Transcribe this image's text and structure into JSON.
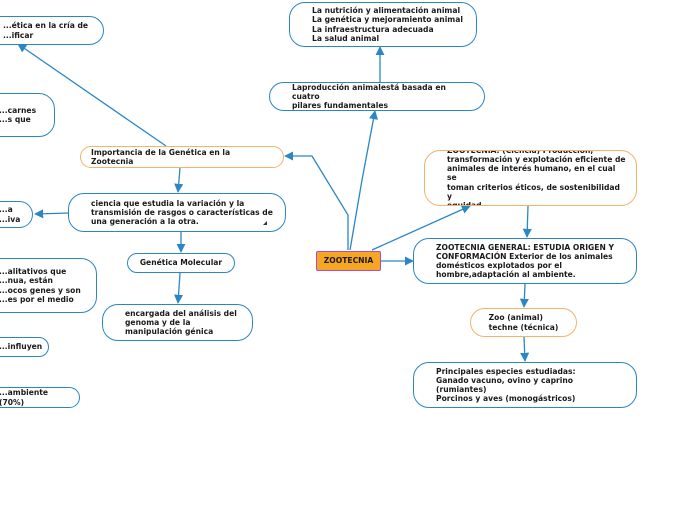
{
  "central": {
    "label": "ZOOTECNIA"
  },
  "nodes": {
    "genetica_cria": "...ética en la cría de\n...ificar",
    "carnes": "...carnes\n...s que",
    "pilares_list": "La nutrición y alimentación animal\nLa genética y mejoramiento animal\nLa infraestructura adecuada\nLa salud animal",
    "produccion": "Laproducción animalestá basada en cuatro\npilares fundamentales",
    "importancia": "Importancia de la Genética en la Zootecnia",
    "ciencia": "ciencia que estudia la variación y la\ntransmisión de rasgos o características de\nuna generación a la otra.",
    "left_a": "...a\n...iva",
    "genetica_molecular": "Genética Molecular",
    "cuantitativos": "...alitativos que\n...nua, están\n...ocos genes y son\n...es por el medio",
    "encargada": "encargada del análisis del\ngenoma y de la\nmanipulación génica",
    "influyen": "...influyen",
    "ambiente": "...ambiente (70%)",
    "definicion": "ZOOTECNIA: (Ciencia) Producción,\ntransformación y explotación eficiente de\nanimales de interés humano, en el cual se\ntoman criterios éticos, de sostenibilidad y\nequidad.",
    "general": "ZOOTECNIA GENERAL: ESTUDIA ORIGEN Y\nCONFORMACIÓN Exterior de los animales\ndomésticos explotados por el\nhombre,adaptación al ambiente.",
    "zoo": "Zoo (animal)\ntechne (técnica)",
    "especies": "Principales especies estudiadas:\nGanado vacuno, ovino y caprino\n(rumiantes)\nPorcinos y aves (monogástricos)"
  },
  "colors": {
    "link": "#2b86c5",
    "node_border": "#2b86c5",
    "importancia_border": "#f6b26b",
    "zoo_border": "#f6b26b",
    "definicion_border": "#f6b26b",
    "central_fill": "#f6a623",
    "central_border": "#b04ad0"
  }
}
